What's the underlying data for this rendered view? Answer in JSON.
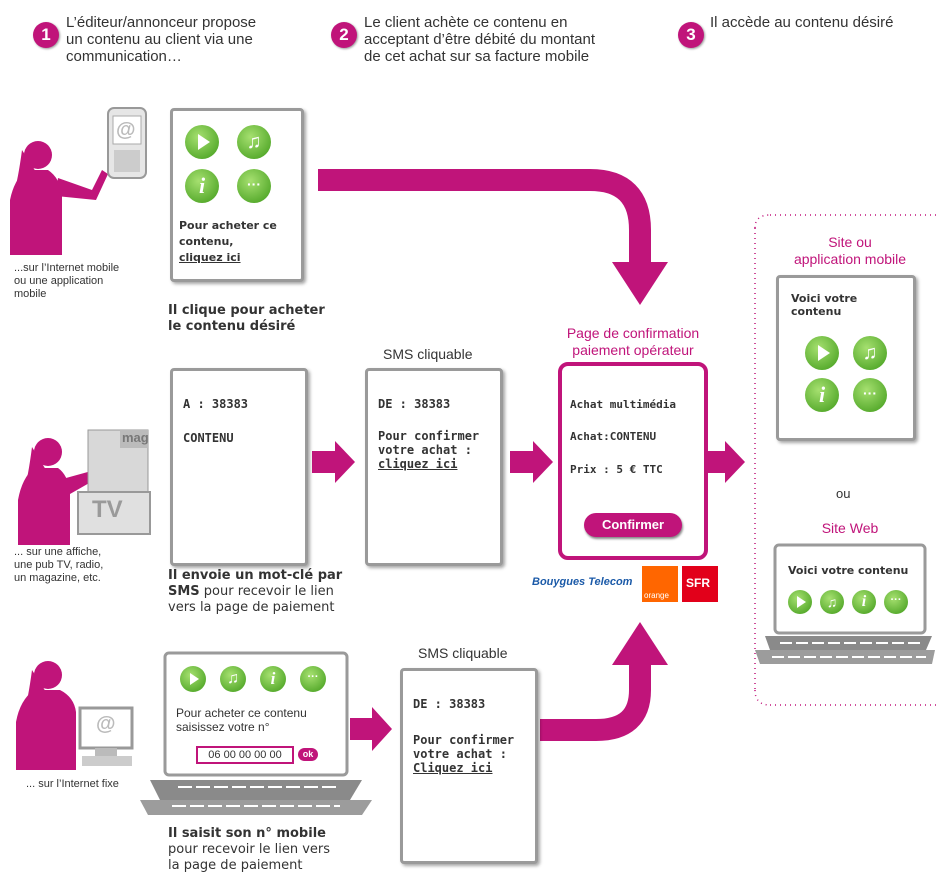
{
  "steps": [
    {
      "num": "1",
      "text": "L’éditeur/annonceur propose\nun contenu au client via une\ncommunication…"
    },
    {
      "num": "2",
      "text": "Le client achète ce contenu en\nacceptant d’être débité du montant\nde cet achat sur sa facture mobile"
    },
    {
      "num": "3",
      "text": "Il accède au contenu désiré"
    }
  ],
  "row1": {
    "person_caption": "...sur l’Internet mobile\nou une application\nmobile",
    "phone_text1": "Pour acheter ce",
    "phone_text2": "contenu,",
    "phone_link": "cliquez ici",
    "action_bold": "Il clique pour acheter\nle contenu désiré",
    "icon_glyph": "@"
  },
  "row2": {
    "person_caption": "... sur une affiche,\nune pub TV, radio,\nun magazine, etc.",
    "mag_label": "mag",
    "tv_label": "TV",
    "phone_line1": "A : 38383",
    "phone_line2": "CONTENU",
    "action_bold_a": "Il envoie un mot-clé par",
    "action_bold_b": "SMS",
    "action_rest": " pour recevoir le lien\nvers la page de paiement",
    "sms_header": "SMS cliquable",
    "sms_from": "DE : 38383",
    "sms_text": "Pour confirmer\nvotre achat :",
    "sms_link": "cliquez ici"
  },
  "confirmation": {
    "header": "Page de confirmation\npaiement opérateur",
    "line1": "Achat multimédia",
    "line2": "Achat:CONTENU",
    "line3": "Prix : 5 € TTC",
    "button": "Confirmer",
    "logos": [
      "Bouygues Telecom",
      "orange",
      "SFR"
    ]
  },
  "row3": {
    "person_caption": "... sur l’Internet fixe",
    "monitor_glyph": "@",
    "laptop_text": "Pour acheter ce contenu\nsaisissez votre n°",
    "phone_input": "06 00 00 00 00",
    "ok_label": "ok",
    "action_bold": "Il saisit son n° mobile",
    "action_rest": "pour recevoir le lien vers\nla page de paiement",
    "sms_header": "SMS cliquable",
    "sms_from": "DE : 38383",
    "sms_text": "Pour confirmer\nvotre achat :",
    "sms_link": "Cliquez ici"
  },
  "result": {
    "mobile_header": "Site ou\napplication mobile",
    "mobile_text": "Voici votre\ncontenu",
    "or_label": "ou",
    "web_header": "Site Web",
    "web_text": "Voici votre contenu"
  },
  "colors": {
    "accent": "#c0147a",
    "green": "#5cb82c",
    "frame": "#9a9a9a"
  }
}
